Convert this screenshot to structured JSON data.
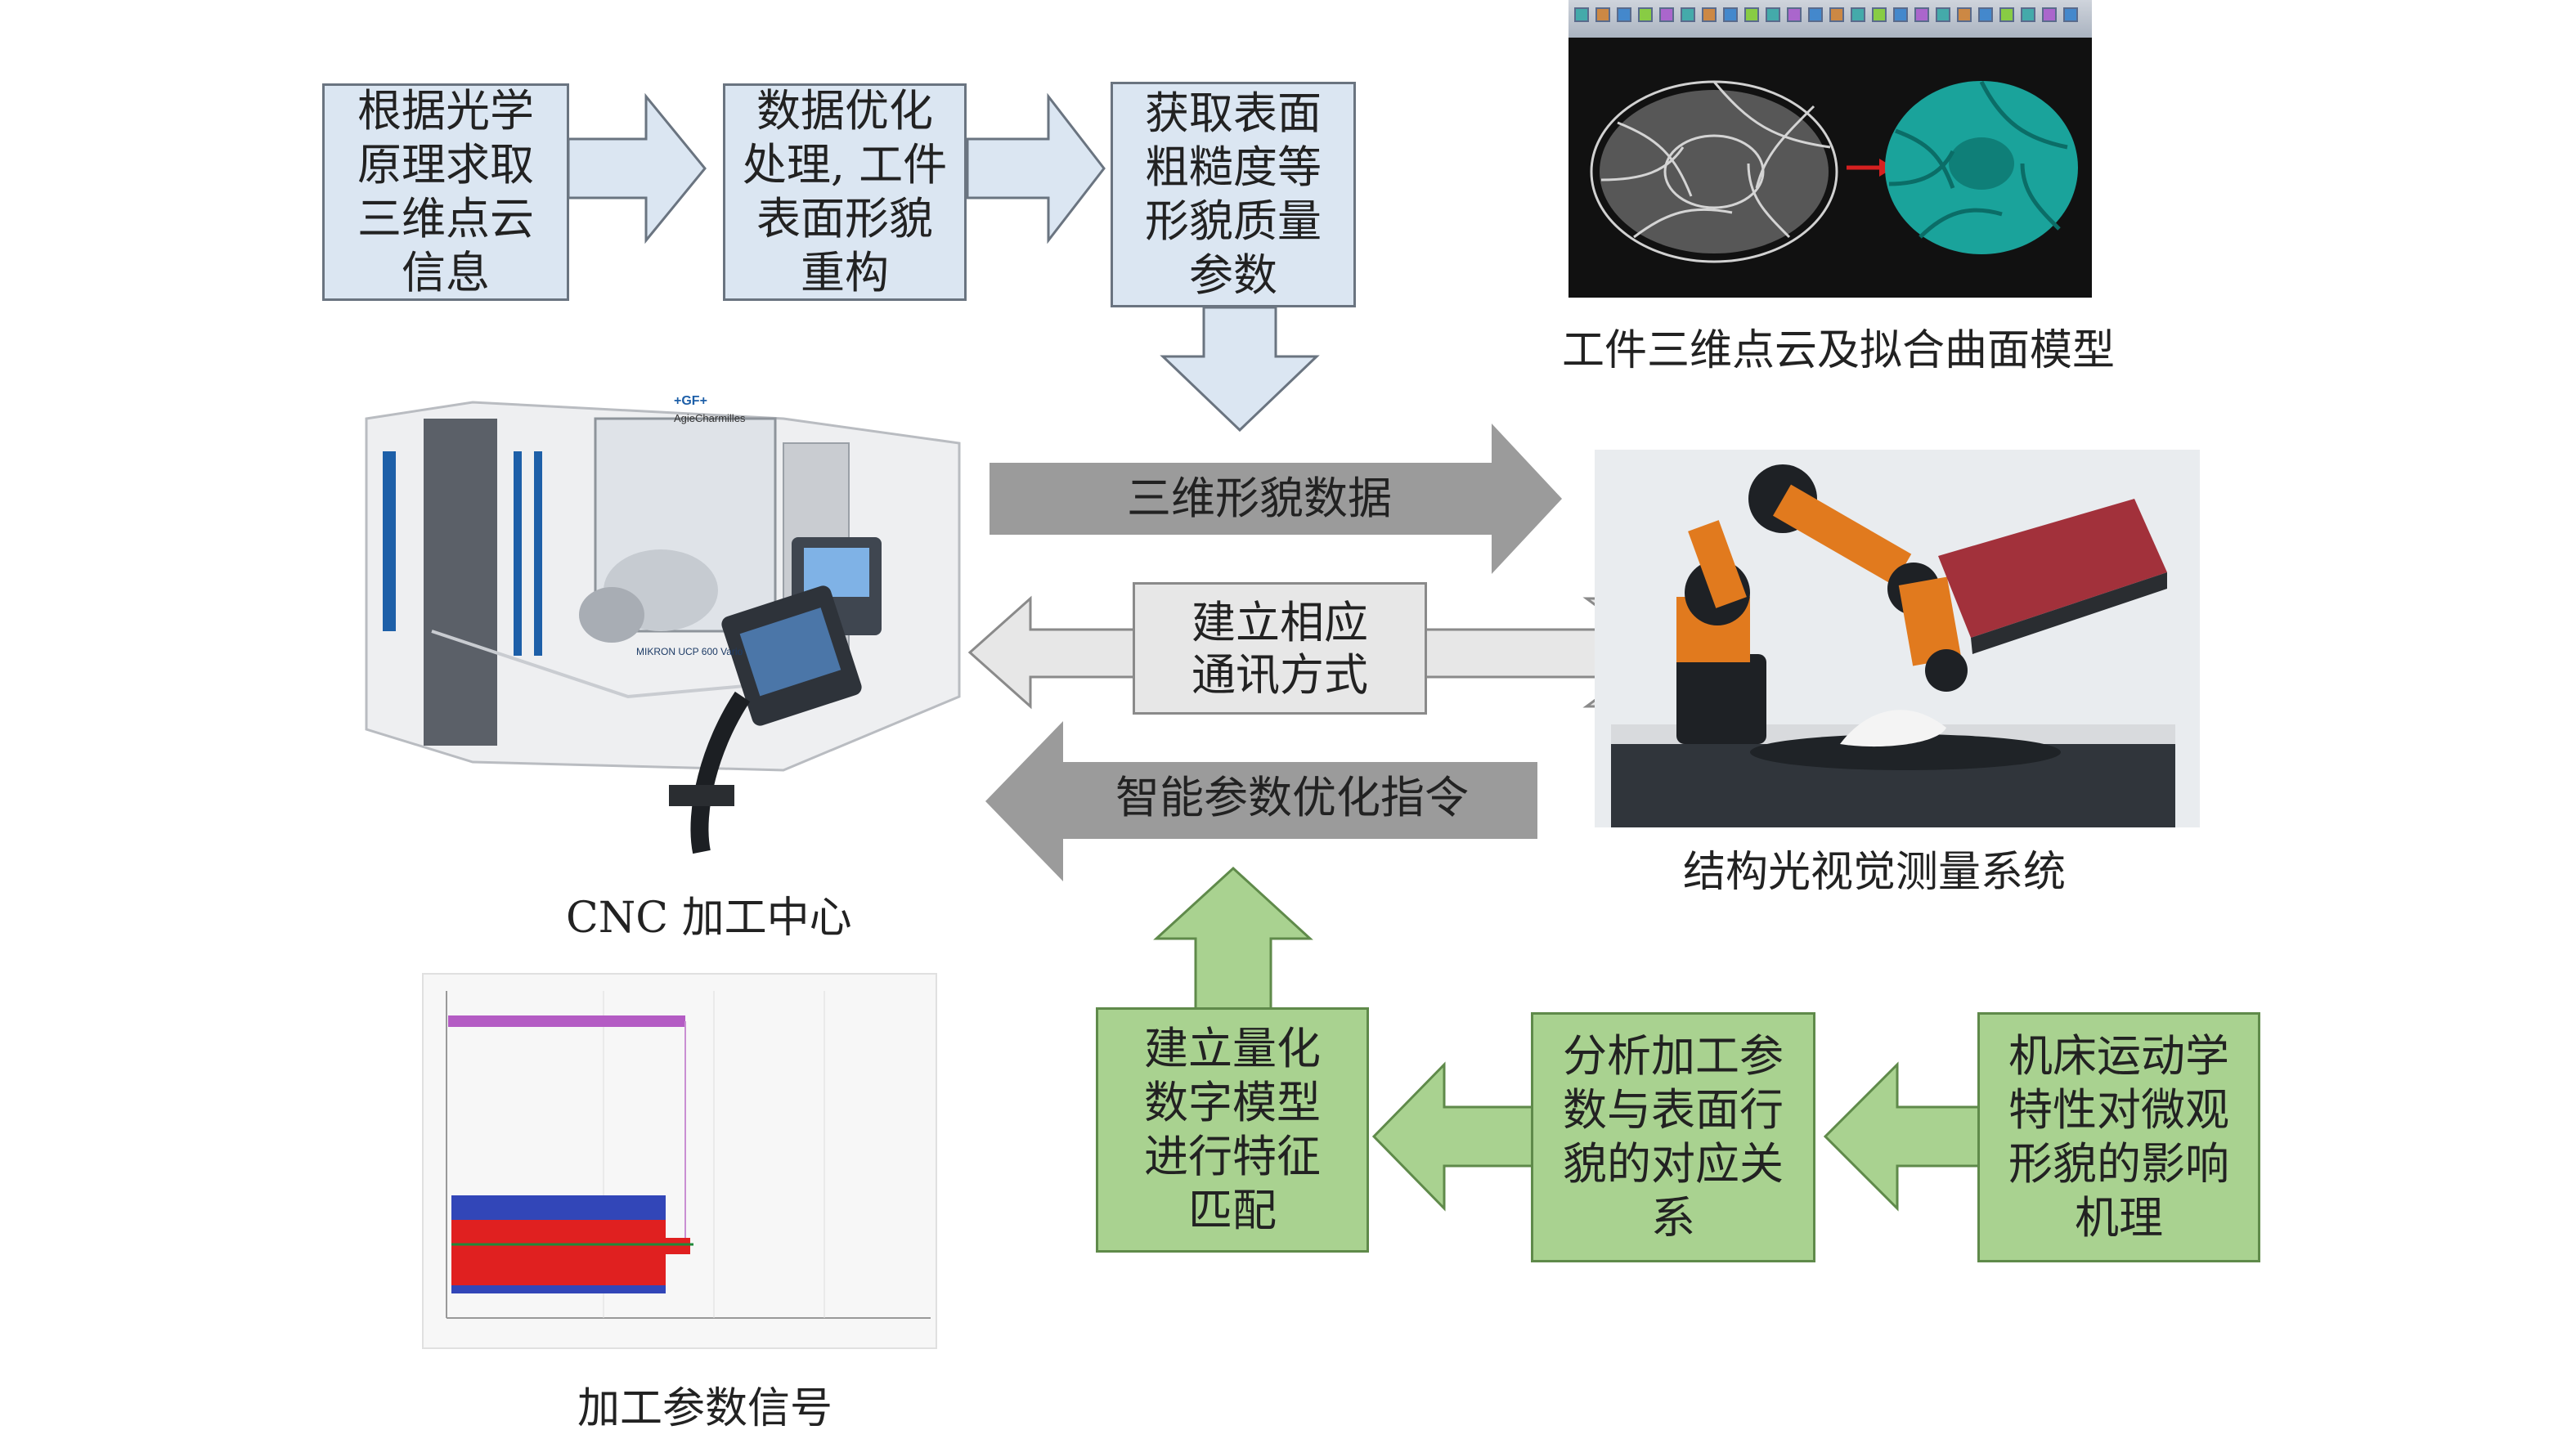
{
  "top_flow": {
    "step1": "根据光学\n原理求取\n三维点云\n信息",
    "step2": "数据优化\n处理, 工件\n表面形貌\n重构",
    "step3": "获取表面\n粗糙度等\n形貌质量\n参数"
  },
  "bottom_flow": {
    "step1": "机床运动学\n特性对微观\n形貌的影响\n机理",
    "step2": "分析加工参\n数与表面行\n貌的对应关\n系",
    "step3": "建立量化\n数字模型\n进行特征\n匹配"
  },
  "arrows": {
    "data_arrow": "三维形貌数据",
    "comm_arrow": "建立相应\n通讯方式",
    "command_arrow": "智能参数优化指令"
  },
  "captions": {
    "point_cloud": "工件三维点云及拟合曲面模型",
    "measure_system": "结构光视觉测量系统",
    "cnc": "CNC 加工中心",
    "signal": "加工参数信号"
  },
  "machine_labels": {
    "brand_top": "+GF+",
    "brand": "AgieCharmilles",
    "model": "MIKRON UCP 600 Vario"
  },
  "colors": {
    "blue_box": "#dbe6f2",
    "green_box": "#a9d290",
    "gray_arrow": "#9b9b9b"
  }
}
